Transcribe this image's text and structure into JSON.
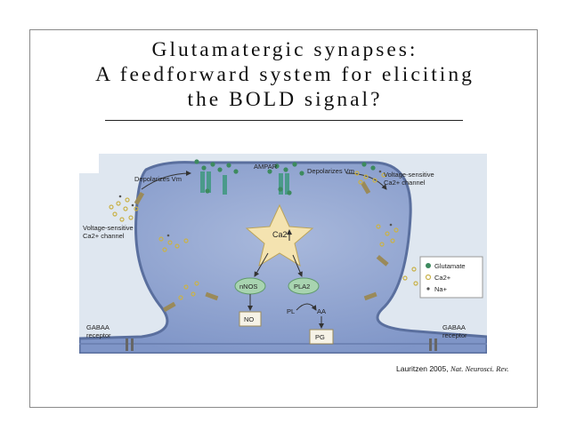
{
  "slide": {
    "title_lines": [
      "Glutamatergic synapses:",
      "A feedforward system for eliciting",
      "the BOLD signal?"
    ]
  },
  "figure": {
    "labels": {
      "ampar": "AMPAR",
      "depolarizes_left": "Depolarizes Vm",
      "depolarizes_right": "Depolarizes Vm",
      "vsc_top_line1": "Voltage-sensitive",
      "vsc_top_line2": "Ca2+ channel",
      "vsc_left_line1": "Voltage-sensitive",
      "vsc_left_line2": "Ca2+ channel",
      "ca_center": "Ca2+",
      "nnos": "nNOS",
      "pla2": "PLA2",
      "no": "NO",
      "pl": "PL",
      "aa": "AA",
      "pg": "PG",
      "gaba_left_line1": "GABAA",
      "gaba_left_line2": "receptor",
      "gaba_right_line1": "GABAA",
      "gaba_right_line2": "receptor"
    },
    "legend": [
      {
        "label": "Glutamate",
        "color": "#3d8a5e"
      },
      {
        "label": "Ca2+",
        "color": "#c9b24a"
      },
      {
        "label": "Na+",
        "color": "#555555"
      }
    ]
  },
  "credit": {
    "author": "Lauritzen 2005,",
    "journal": "Nat. Neurosci. Rev."
  }
}
